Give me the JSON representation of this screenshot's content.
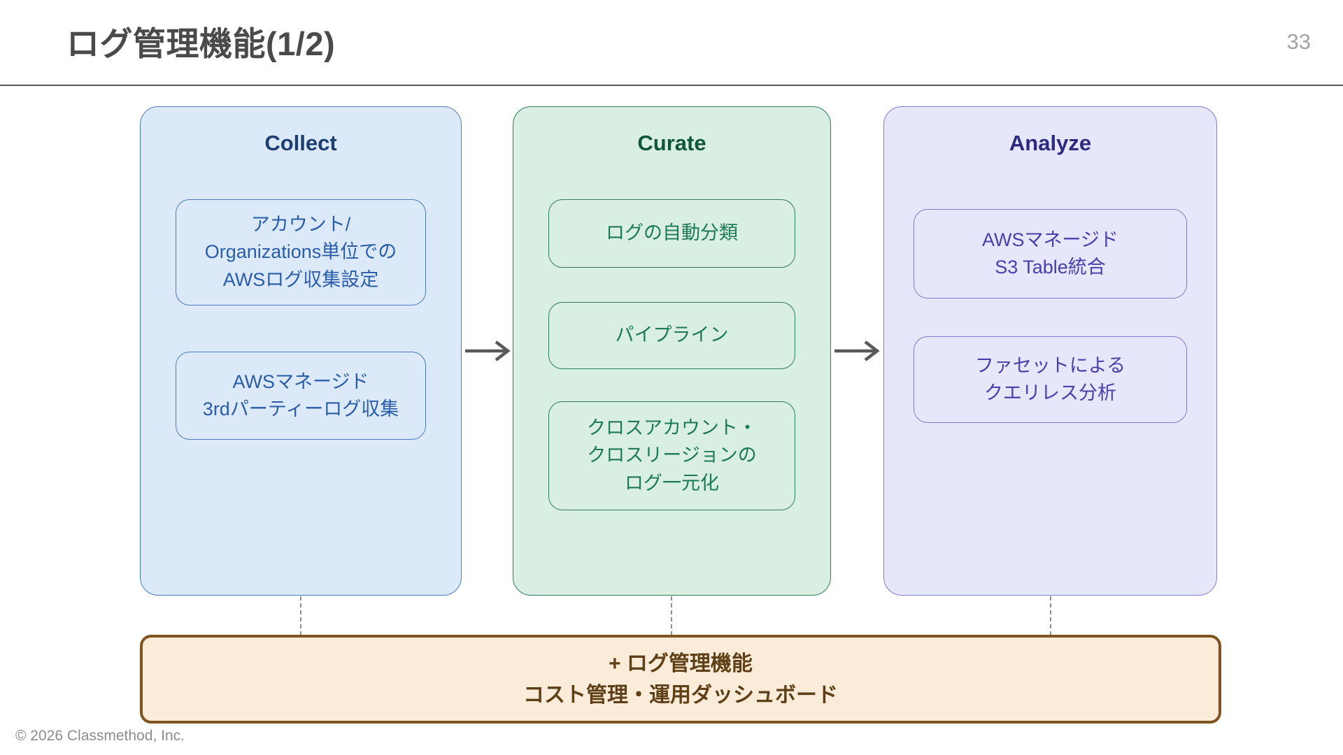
{
  "slide": {
    "title": "ログ管理機能(1/2)",
    "page_number": "33",
    "footer": "© 2026 Classmethod, Inc."
  },
  "columns": [
    {
      "id": "collect",
      "header": "Collect",
      "items": [
        "アカウント/\nOrganizations単位での\nAWSログ収集設定",
        "AWSマネージド\n3rdパーティーログ収集"
      ]
    },
    {
      "id": "curate",
      "header": "Curate",
      "items": [
        "ログの自動分類",
        "パイプライン",
        "クロスアカウント・\nクロスリージョンの\nログ一元化"
      ]
    },
    {
      "id": "analyze",
      "header": "Analyze",
      "items": [
        "AWSマネージド\nS3 Table統合",
        "ファセットによる\nクエリレス分析"
      ]
    }
  ],
  "banner": {
    "line1": "+ ログ管理機能",
    "line2": "コスト管理・運用ダッシュボード"
  },
  "theme": {
    "title": "#4a4a4a",
    "pagenum": "#a3a3a3",
    "rule": "#55565a",
    "footer": "#8c8c8c",
    "arrow": "#58595b",
    "dash": "#8f8f8f",
    "collect-bg": "#dbe9f8",
    "collect-border": "#4a7cbd",
    "collect-header": "#1d3f6f",
    "collect-text": "#2a5da8",
    "curate-bg": "#d9efe3",
    "curate-border": "#2f7c59",
    "curate-header": "#11563a",
    "curate-text": "#1d7a52",
    "analyze-bg": "#e7e7fb",
    "analyze-border": "#827ad0",
    "analyze-header": "#2b2a80",
    "analyze-text": "#4740ab",
    "banner-bg": "#faecd9",
    "banner-border": "#7f541e",
    "banner-text": "#5e3f16"
  }
}
